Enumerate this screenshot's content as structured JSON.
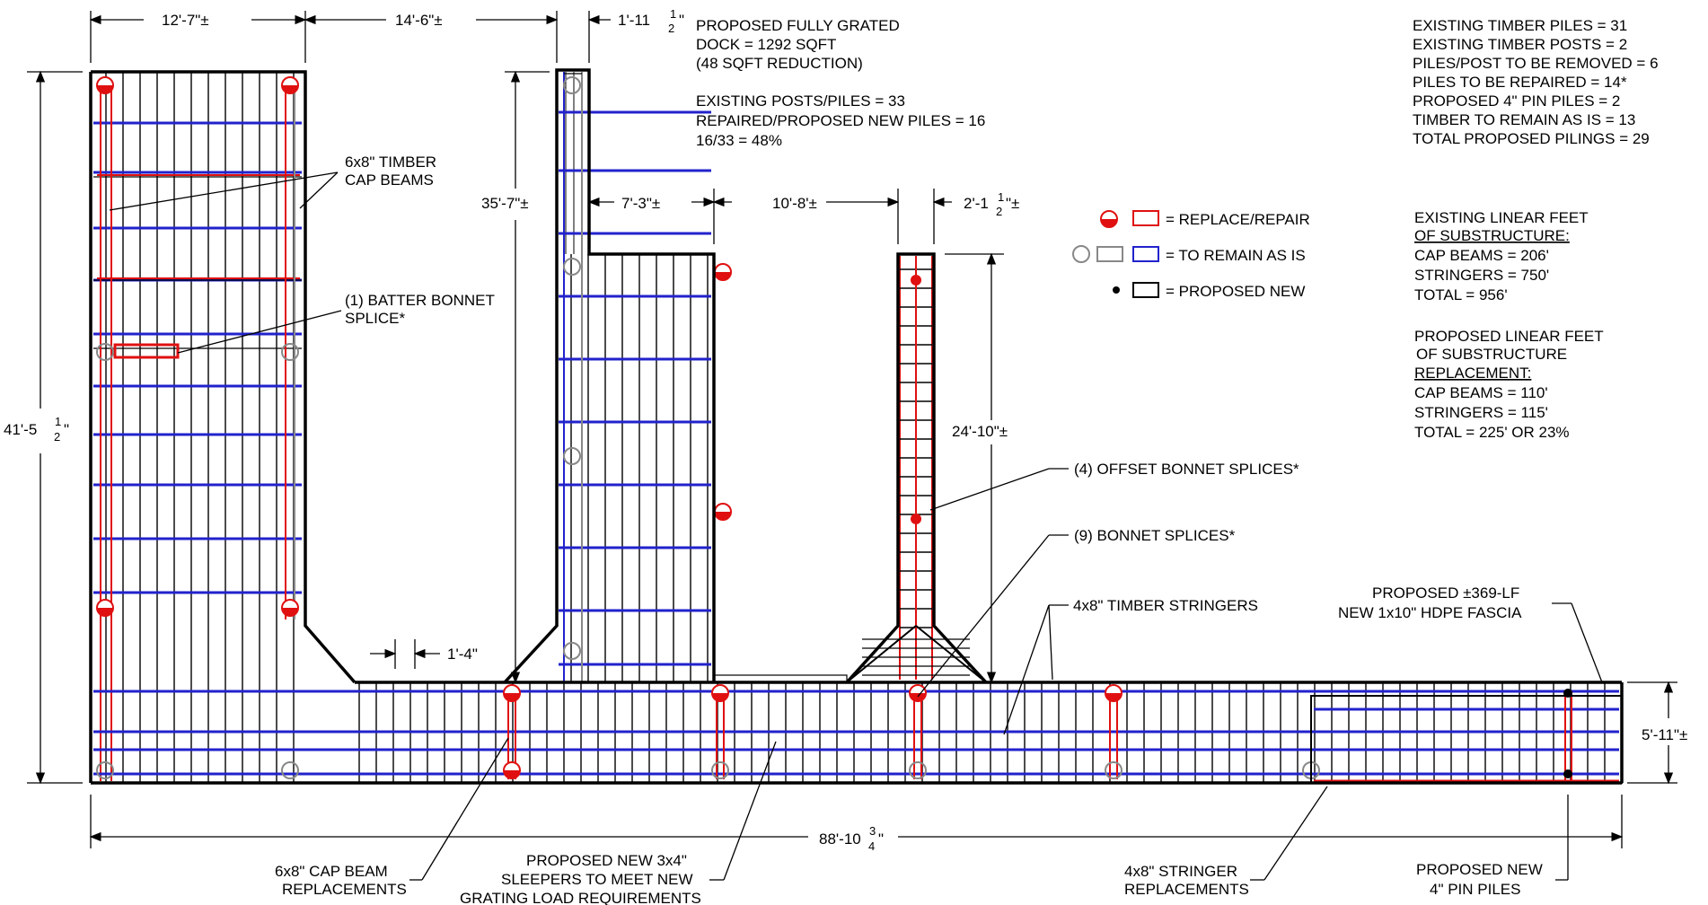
{
  "dimensions": {
    "top_1": "12'-7\"±",
    "top_2": "14'-6\"±",
    "top_3": "1'-11",
    "top_3_frac_num": "1",
    "top_3_frac_den": "2",
    "top_3_suffix": "\"",
    "mid_1": "7'-3\"±",
    "mid_2": "10'-8'±",
    "mid_3": "2'-1",
    "mid_3_frac_num": "1",
    "mid_3_frac_den": "2",
    "mid_3_suffix": "\"±",
    "left_height": "41'-5",
    "left_height_frac_num": "1",
    "left_height_frac_den": "2",
    "left_height_suffix": "\"",
    "finger1_height": "35'-7\"±",
    "finger2_height": "24'-10\"±",
    "gap": "1'-4\"",
    "right_height": "5'-11\"±",
    "bottom_total": "88'-10",
    "bottom_frac_num": "3",
    "bottom_frac_den": "4",
    "bottom_suffix": "\""
  },
  "notes_top": {
    "line1": "PROPOSED FULLY GRATED",
    "line2": "DOCK = 1292 SQFT",
    "line3": "(48 SQFT REDUCTION)",
    "line4": "EXISTING POSTS/PILES = 33",
    "line5": "REPAIRED/PROPOSED NEW PILES = 16",
    "line6": "16/33 = 48%"
  },
  "notes_right": {
    "lines": [
      "EXISTING TIMBER PILES = 31",
      "EXISTING TIMBER POSTS = 2",
      "PILES/POST TO BE REMOVED = 6",
      "PILES TO BE REPAIRED = 14*",
      "PROPOSED 4\" PIN PILES = 2",
      "TIMBER TO REMAIN AS IS = 13",
      "TOTAL PROPOSED PILINGS = 29"
    ],
    "existing_title_1": "EXISTING LINEAR FEET",
    "existing_title_2": "OF SUBSTRUCTURE:",
    "existing_lines": [
      "CAP BEAMS = 206'",
      "STRINGERS = 750'",
      "TOTAL = 956'"
    ],
    "proposed_title_1": "PROPOSED LINEAR FEET",
    "proposed_title_2": "OF SUBSTRUCTURE",
    "proposed_title_3": "REPLACEMENT:",
    "proposed_lines": [
      "CAP BEAMS = 110'",
      "STRINGERS = 115'",
      "TOTAL = 225' OR 23%"
    ]
  },
  "legend": {
    "replace": "= REPLACE/REPAIR",
    "remain": "= TO REMAIN AS IS",
    "new": "= PROPOSED NEW",
    "colors": {
      "replace": "#e01010",
      "remain": "#2222cc",
      "existing_pile": "#888888"
    }
  },
  "callouts": {
    "cap_beams_1": "6x8\" TIMBER",
    "cap_beams_2": "CAP BEAMS",
    "batter_1": "(1) BATTER BONNET",
    "batter_2": "SPLICE*",
    "offset": "(4) OFFSET BONNET SPLICES*",
    "bonnet": "(9) BONNET SPLICES*",
    "stringers": "4x8\" TIMBER STRINGERS",
    "fascia_1": "PROPOSED ±369-LF",
    "fascia_2": "NEW 1x10\" HDPE FASCIA",
    "cap_repl_1": "6x8\" CAP BEAM",
    "cap_repl_2": "REPLACEMENTS",
    "sleepers_1": "PROPOSED NEW 3x4\"",
    "sleepers_2": "SLEEPERS TO MEET NEW",
    "sleepers_3": "GRATING LOAD REQUIREMENTS",
    "stringer_repl_1": "4x8\" STRINGER",
    "stringer_repl_2": "REPLACEMENTS",
    "pin_1": "PROPOSED NEW",
    "pin_2": "4\" PIN PILES"
  }
}
